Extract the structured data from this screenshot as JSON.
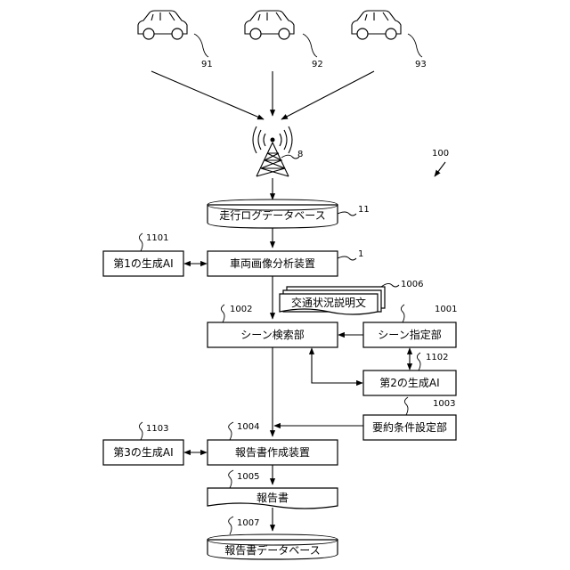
{
  "refs": {
    "car1": "91",
    "car2": "92",
    "car3": "93",
    "antenna": "8",
    "system": "100",
    "db": "11",
    "analyzer": "1",
    "ai1": "1101",
    "text": "1006",
    "search": "1002",
    "scene": "1001",
    "ai2": "1102",
    "cond": "1003",
    "report_dev": "1004",
    "ai3": "1103",
    "report": "1005",
    "report_db": "1007"
  },
  "labels": {
    "db": "走行ログデータベース",
    "analyzer": "車両画像分析装置",
    "ai1": "第1の生成AI",
    "text": "交通状況説明文",
    "search": "シーン検索部",
    "scene": "シーン指定部",
    "ai2": "第2の生成AI",
    "cond": "要約条件設定部",
    "report_dev": "報告書作成装置",
    "ai3": "第3の生成AI",
    "report": "報告書",
    "report_db": "報告書データベース"
  }
}
